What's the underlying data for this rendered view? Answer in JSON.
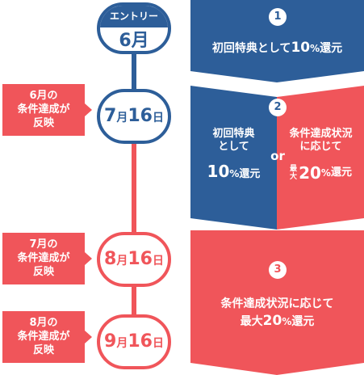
{
  "timeline": {
    "entry": {
      "top": "エントリー",
      "month": "6月"
    },
    "nodes": [
      {
        "month_num": "7",
        "month_unit": "月",
        "day_num": "16",
        "day_unit": "日"
      },
      {
        "month_num": "8",
        "month_unit": "月",
        "day_num": "16",
        "day_unit": "日"
      },
      {
        "month_num": "9",
        "month_unit": "月",
        "day_num": "16",
        "day_unit": "日"
      }
    ]
  },
  "tags": [
    {
      "line1": "6月の",
      "line2": "条件達成が",
      "line3": "反映"
    },
    {
      "line1": "7月の",
      "line2": "条件達成が",
      "line3": "反映"
    },
    {
      "line1": "8月の",
      "line2": "条件達成が",
      "line3": "反映"
    }
  ],
  "panel1": {
    "num": "1",
    "text_a": "初回特典として",
    "num_text": "10",
    "pct": "%",
    "text_b": "還元"
  },
  "panel2": {
    "num": "2",
    "left": {
      "line1": "初回特典",
      "line2": "として",
      "num_text": "10",
      "pct": "%",
      "tail": "還元"
    },
    "or": "or",
    "right": {
      "line1": "条件達成状況",
      "line2": "に応じて",
      "prefix1": "最",
      "prefix2": "大",
      "num_text": "20",
      "pct": "%",
      "tail": "還元"
    }
  },
  "panel3": {
    "num": "3",
    "line1": "条件達成状況に応じて",
    "prefix": "最大",
    "num_text": "20",
    "pct": "%",
    "tail": "還元"
  },
  "colors": {
    "blue": "#2d5e99",
    "red": "#f0555a"
  }
}
